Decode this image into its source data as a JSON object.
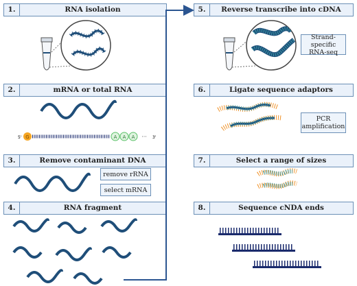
{
  "steps": [
    {
      "num": "1.",
      "title": "RNA isolation"
    },
    {
      "num": "2.",
      "title": "mRNA or total RNA"
    },
    {
      "num": "3.",
      "title": "Remove contaminant DNA"
    },
    {
      "num": "4.",
      "title": "RNA fragment"
    },
    {
      "num": "5.",
      "title": "Reverse transcribe into cDNA"
    },
    {
      "num": "6.",
      "title": "Ligate sequence adaptors"
    },
    {
      "num": "7.",
      "title": "Select a range of sizes"
    },
    {
      "num": "8.",
      "title": "Sequence cNDA ends"
    }
  ],
  "tags": {
    "remove_rrna": "remove rRNA",
    "select_mrna": "select mRNA",
    "strand_specific": "Strand-specific RNA-seq",
    "pcr": "PCR amplification"
  },
  "mrna": {
    "five_prime": "5'",
    "cap": "G",
    "polya": [
      "A",
      "A",
      "A"
    ],
    "three_prime": "3'",
    "ellipsis": "···"
  },
  "colors": {
    "box_border": "#6b8fb6",
    "box_fill": "#eaf1fa",
    "rna": "#1f4e79",
    "arrow": "#2b5591",
    "adaptor": "#f0932b",
    "duplex": "#3a9ca6",
    "dna_bar": "#1a2a6c",
    "polya_green": "#5cc26a",
    "cap_orange": "#f6a623"
  }
}
